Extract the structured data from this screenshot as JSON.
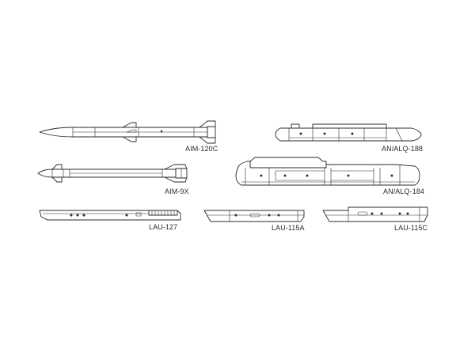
{
  "figure": {
    "labels": {
      "aim120c": "AIM-120C",
      "aim9x": "AIM-9X",
      "lau127": "LAU-127",
      "alq188": "AN/ALQ-188",
      "alq184": "AN/ALQ-184",
      "lau115a": "LAU-115A",
      "lau115c": "LAU-115C"
    }
  },
  "colors": {
    "line": "#2a2a2a",
    "background": "#ffffff"
  }
}
